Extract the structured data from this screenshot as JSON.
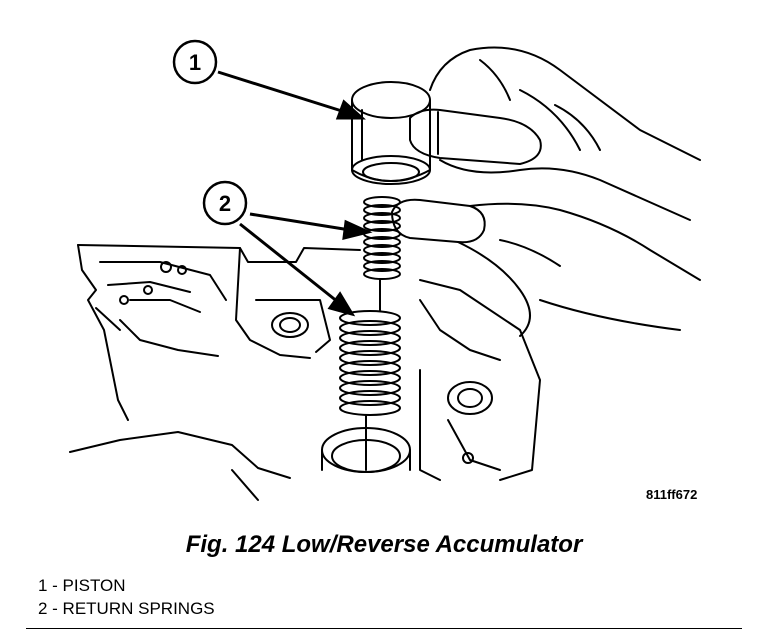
{
  "figure": {
    "callouts": [
      {
        "number": "1"
      },
      {
        "number": "2"
      }
    ],
    "code": "811ff672"
  },
  "caption": "Fig. 124 Low/Reverse Accumulator",
  "legend": [
    "1 - PISTON",
    "2 - RETURN SPRINGS"
  ]
}
